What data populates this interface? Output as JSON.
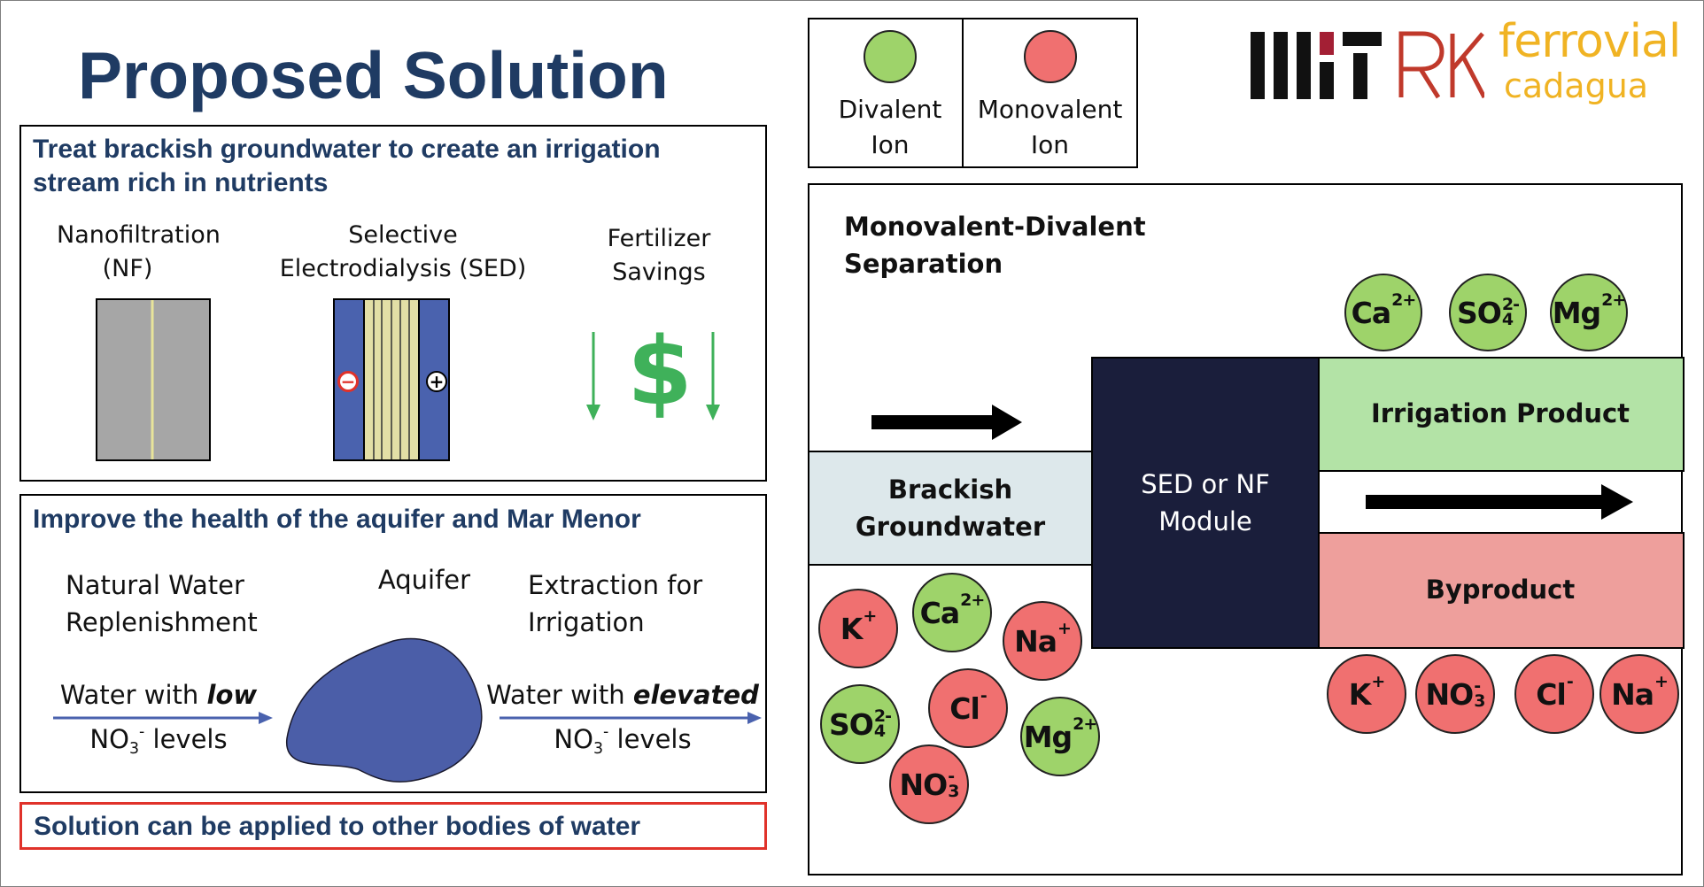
{
  "title": "Proposed Solution",
  "colors": {
    "title": "#1f3b63",
    "divalent": "#9ed36a",
    "monovalent": "#f07070",
    "module": "#1a1e3b",
    "irrigation": "#b3e3a6",
    "byproduct": "#ee9f9c",
    "brackish": "#dde8eb",
    "aquifer": "#4b5ea8",
    "accent_red": "#e0322a",
    "dollar": "#3fb15a"
  },
  "panel1": {
    "heading_line1": "Treat brackish groundwater to create an irrigation",
    "heading_line2": "stream rich in nutrients",
    "nf_label_line1": "Nanofiltration",
    "nf_label_line2": "(NF)",
    "sed_label_line1": "Selective",
    "sed_label_line2": "Electrodialysis (SED)",
    "fert_label_line1": "Fertilizer",
    "fert_label_line2": "Savings",
    "minus": "−",
    "plus": "+",
    "dollar": "$"
  },
  "panel2": {
    "heading": "Improve the health of the aquifer and Mar Menor",
    "natural_line1": "Natural Water",
    "natural_line2": "Replenishment",
    "aquifer": "Aquifer",
    "extraction_line1": "Extraction for",
    "extraction_line2": "Irrigation",
    "low_prefix": "Water with ",
    "low_emph": "low",
    "levels_left_a": "NO",
    "levels_left_sub": "3",
    "levels_left_sup": "-",
    "levels_left_b": " levels",
    "elev_prefix": "Water with ",
    "elev_emph": "elevated",
    "levels_right_a": "NO",
    "levels_right_sub": "3",
    "levels_right_sup": "-",
    "levels_right_b": " levels"
  },
  "panel3": {
    "text": "Solution can be applied to other bodies of water"
  },
  "legend": {
    "divalent_line1": "Divalent",
    "divalent_line2": "Ion",
    "monovalent_line1": "Monovalent",
    "monovalent_line2": "Ion"
  },
  "logos": {
    "mit": "MIT",
    "rk": "RK",
    "ferrovial": "ferrovial",
    "cadagua": "cadagua"
  },
  "diagram": {
    "heading_line1": "Monovalent-Divalent",
    "heading_line2": "Separation",
    "brackish_line1": "Brackish",
    "brackish_line2": "Groundwater",
    "module_line1": "SED or NF",
    "module_line2": "Module",
    "irrigation": "Irrigation Product",
    "byproduct": "Byproduct"
  },
  "ions": {
    "top": [
      {
        "base": "Ca",
        "sup": "2+",
        "sub": ""
      },
      {
        "base": "SO",
        "sup": "2-",
        "sub": "4"
      },
      {
        "base": "Mg",
        "sup": "2+",
        "sub": ""
      }
    ],
    "bottom_right": [
      {
        "base": "K",
        "sup": "+",
        "sub": ""
      },
      {
        "base": "NO",
        "sup": "-",
        "sub": "3"
      },
      {
        "base": "Cl",
        "sup": "-",
        "sub": ""
      },
      {
        "base": "Na",
        "sup": "+",
        "sub": ""
      }
    ],
    "mixed": [
      {
        "base": "K",
        "sup": "+",
        "sub": ""
      },
      {
        "base": "Ca",
        "sup": "2+",
        "sub": ""
      },
      {
        "base": "Na",
        "sup": "+",
        "sub": ""
      },
      {
        "base": "SO",
        "sup": "2-",
        "sub": "4"
      },
      {
        "base": "Cl",
        "sup": "-",
        "sub": ""
      },
      {
        "base": "Mg",
        "sup": "2+",
        "sub": ""
      },
      {
        "base": "NO",
        "sup": "-",
        "sub": "3"
      }
    ]
  }
}
